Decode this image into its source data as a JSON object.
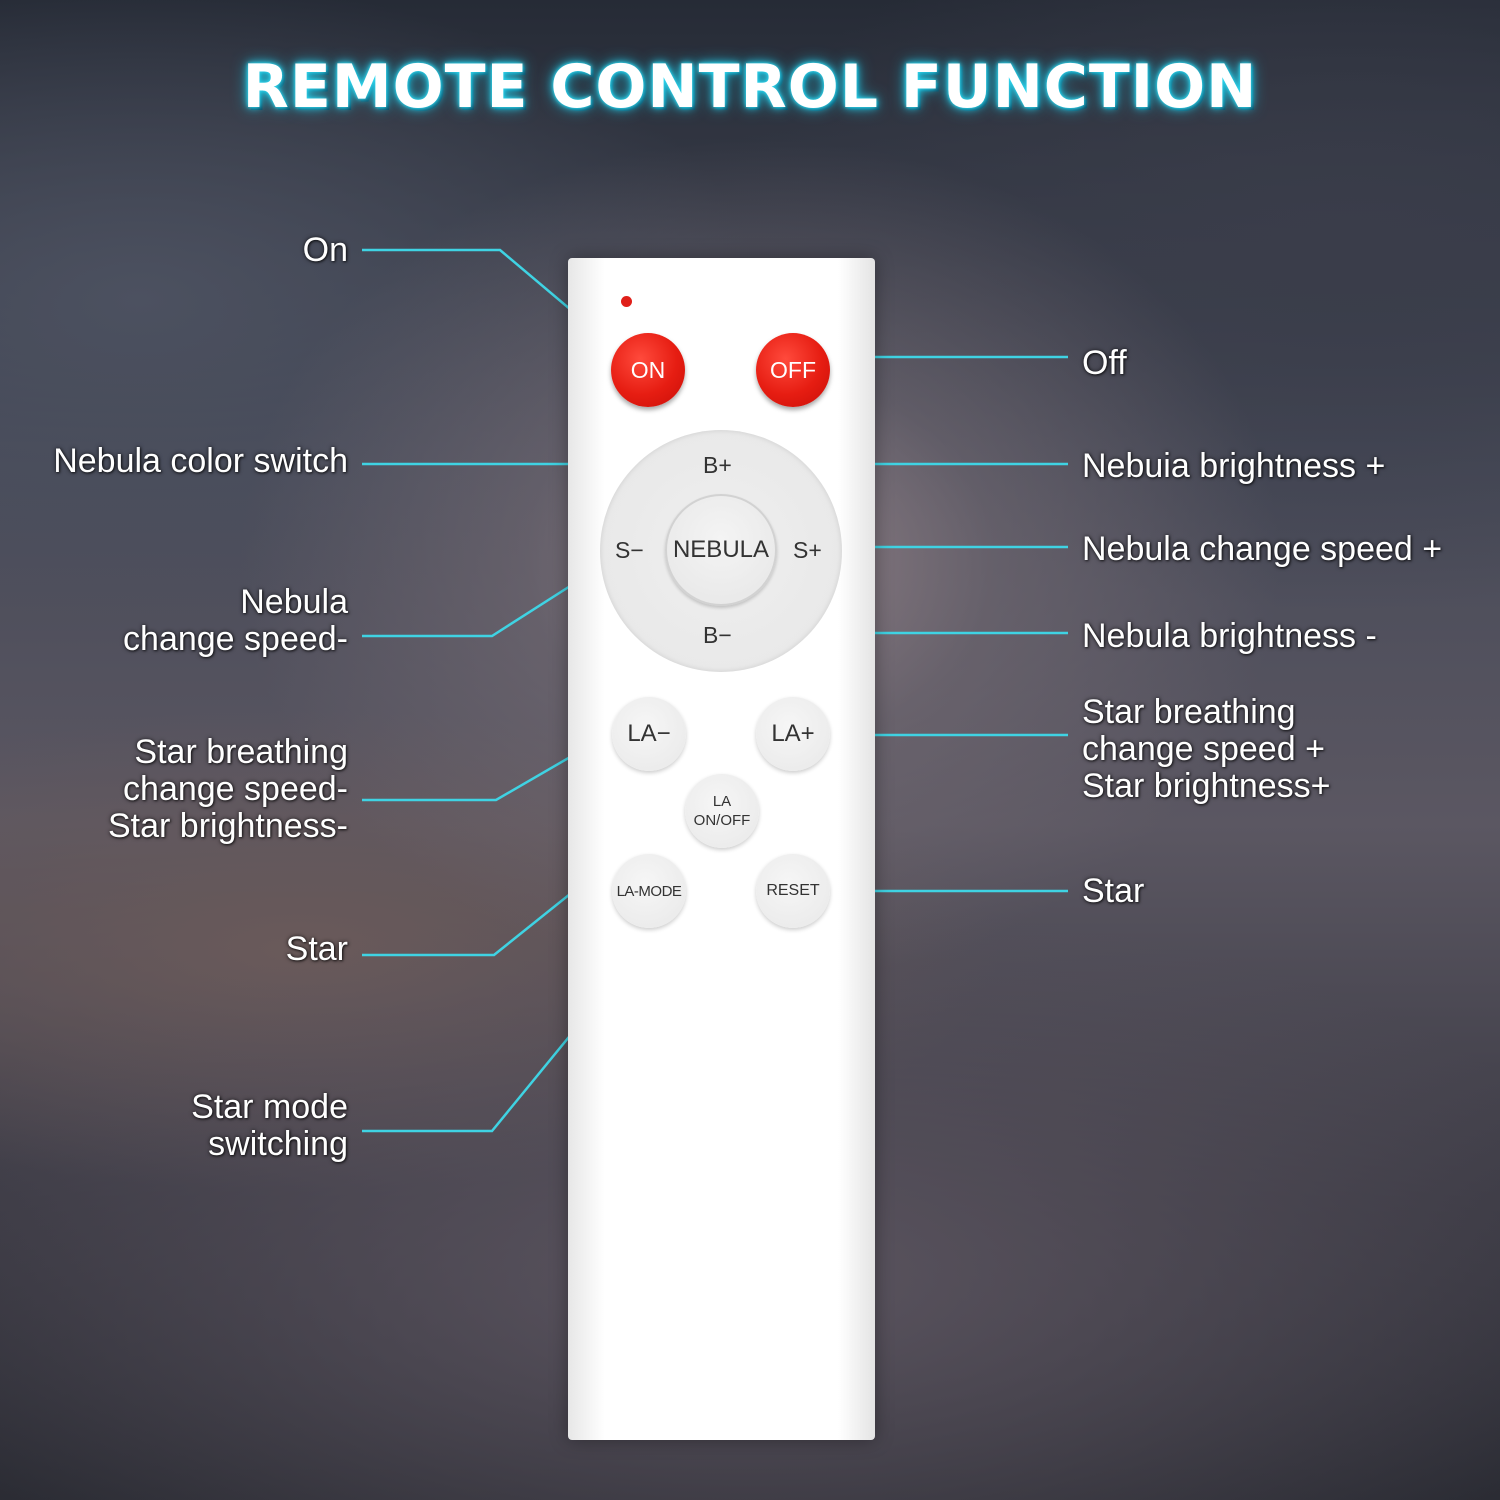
{
  "title": "REMOTE CONTROL FUNCTION",
  "colors": {
    "accent": "#3fd3e3",
    "power_button": "#e61d12",
    "remote_body": "#ffffff"
  },
  "remote": {
    "buttons": {
      "on": "ON",
      "off": "OFF",
      "b_plus": "B+",
      "b_minus": "B−",
      "s_minus": "S−",
      "s_plus": "S+",
      "nebula": "NEBULA",
      "la_minus": "LA−",
      "la_plus": "LA+",
      "la_onoff_top": "LA",
      "la_onoff_bottom": "ON/OFF",
      "la_mode": "LA-MODE",
      "reset": "RESET"
    }
  },
  "callouts": {
    "left": {
      "on": [
        "On"
      ],
      "nebula_color_switch": [
        "Nebula color switch"
      ],
      "nebula_speed_minus": [
        "Nebula",
        "change speed-"
      ],
      "star_breathing_minus": [
        "Star breathing",
        "change speed-",
        "Star brightness-"
      ],
      "star": [
        "Star"
      ],
      "star_mode": [
        "Star mode",
        "switching"
      ]
    },
    "right": {
      "off": [
        "Off"
      ],
      "nebula_brightness_plus": [
        "Nebuia brightness +"
      ],
      "nebula_speed_plus": [
        "Nebula change speed +"
      ],
      "nebula_brightness_minus": [
        "Nebula brightness -"
      ],
      "star_breathing_plus": [
        "Star breathing",
        "change speed +",
        "Star brightness+"
      ],
      "star": [
        "Star"
      ]
    }
  }
}
